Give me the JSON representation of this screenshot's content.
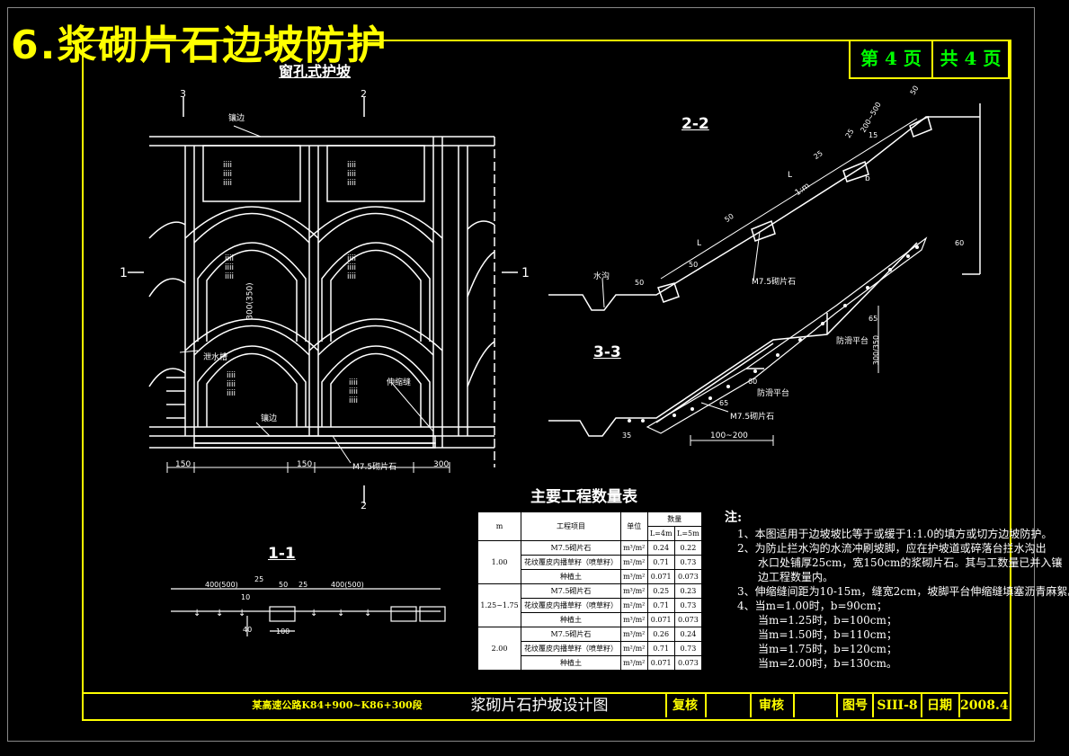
{
  "sheet_title": "6.浆砌片石边坡防护",
  "page": {
    "current": "第 4 页",
    "total": "共 4 页"
  },
  "drawing_left": {
    "title": "窗孔式护坡",
    "section_marks": {
      "top_left": "3",
      "top_mid": "2",
      "left": "1",
      "right": "1",
      "bottom": "2"
    },
    "labels": {
      "edge_top": "镶边",
      "edge_bottom": "镶边",
      "drain": "泄水槽",
      "joint": "伸缩缝",
      "stone": "M7.5砌片石",
      "dim_vertical": "300(350)"
    },
    "dims": [
      "150",
      "150",
      "300"
    ]
  },
  "section_22": {
    "title": "2-2",
    "labels": {
      "ditch": "水沟",
      "stone": "M7.5砌片石",
      "dims": [
        "50",
        "25",
        "200~500",
        "25",
        "50",
        "L",
        "1:m",
        "b",
        "60",
        "50",
        "L",
        "50",
        "15"
      ]
    }
  },
  "section_33": {
    "title": "3-3",
    "labels": {
      "platform_1": "防滑平台",
      "platform_2": "防滑平台",
      "stone": "M7.5砌片石",
      "dims": [
        "65",
        "300/350",
        "60",
        "65",
        "35",
        "100~200"
      ]
    }
  },
  "section_11": {
    "title": "1-1",
    "dims": [
      "400(500)",
      "25",
      "50",
      "25",
      "400(500)",
      "10",
      "40",
      "100"
    ]
  },
  "table": {
    "title": "主要工程数量表",
    "headers": {
      "m": "m",
      "item": "工程项目",
      "unit": "单位",
      "qty": "数量",
      "l4": "L=4m",
      "l5": "L=5m"
    },
    "groups": [
      {
        "m": "1.00",
        "rows": [
          {
            "item": "M7.5砌片石",
            "unit": "m³/m²",
            "l4": "0.24",
            "l5": "0.22"
          },
          {
            "item": "花纹覆皮内播草籽（喷草籽）",
            "unit": "m²/m²",
            "l4": "0.71",
            "l5": "0.73"
          },
          {
            "item": "种植土",
            "unit": "m³/m²",
            "l4": "0.071",
            "l5": "0.073"
          }
        ]
      },
      {
        "m": "1.25~1.75",
        "rows": [
          {
            "item": "M7.5砌片石",
            "unit": "m³/m²",
            "l4": "0.25",
            "l5": "0.23"
          },
          {
            "item": "花纹覆皮内播草籽（喷草籽）",
            "unit": "m²/m²",
            "l4": "0.71",
            "l5": "0.73"
          },
          {
            "item": "种植土",
            "unit": "m³/m²",
            "l4": "0.071",
            "l5": "0.073"
          }
        ]
      },
      {
        "m": "2.00",
        "rows": [
          {
            "item": "M7.5砌片石",
            "unit": "m³/m²",
            "l4": "0.26",
            "l5": "0.24"
          },
          {
            "item": "花纹覆皮内播草籽（喷草籽）",
            "unit": "m²/m²",
            "l4": "0.71",
            "l5": "0.73"
          },
          {
            "item": "种植土",
            "unit": "m³/m²",
            "l4": "0.071",
            "l5": "0.073"
          }
        ]
      }
    ]
  },
  "notes": {
    "title": "注:",
    "lines": [
      "1、本图适用于边坡坡比等于或缓于1:1.0的填方或切方边坡防护。",
      "2、为防止拦水沟的水流冲刷坡脚，应在护坡道或碎落台拦水沟出",
      "水口处铺厚25cm，宽150cm的浆砌片石。其与工数量已并入镶",
      "边工程数量内。",
      "3、伸缩缝间距为10-15m，缝宽2cm，坡脚平台伸缩缝填塞沥青麻絮。",
      "4、当m=1.00时，b=90cm；",
      "当m=1.25时，b=100cm；",
      "当m=1.50时，b=110cm；",
      "当m=1.75时，b=120cm；",
      "当m=2.00时，b=130cm。"
    ]
  },
  "title_block": {
    "project": "某高速公路K84+900~K86+300段",
    "drawing_name": "浆砌片石护坡设计图",
    "check": "复核",
    "review": "审核",
    "drawing_no_label": "图号",
    "drawing_no": "SIII-8",
    "date_label": "日期",
    "date": "2008.4"
  }
}
